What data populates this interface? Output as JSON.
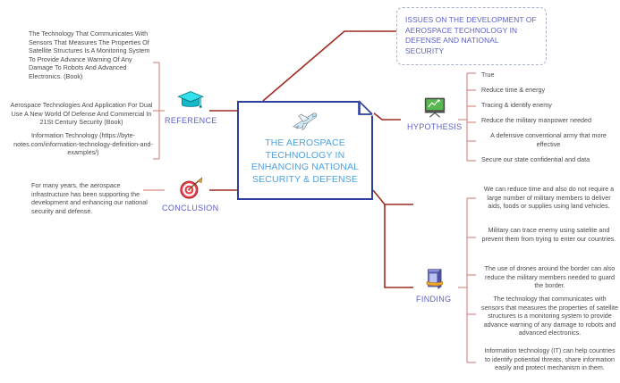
{
  "central": {
    "icon": "airplane-icon",
    "title": "THE AEROSPACE TECHNOLOGY IN ENHANCING NATIONAL SECURITY & DEFENSE",
    "border_color": "#2f3f9e",
    "text_color": "#4da2e0"
  },
  "issues": {
    "text": "ISSUES ON THE DEVELOPMENT OF AEROSPACE TECHNOLOGY IN DEFENSE AND NATIONAL SECURITY",
    "border_color": "#a9b4c9",
    "text_color": "#5b5fc7"
  },
  "branches": {
    "reference": {
      "label": "REFERENCE",
      "icon": "graduation-cap-icon"
    },
    "conclusion": {
      "label": "CONCLUSION",
      "icon": "target-dart-icon"
    },
    "hypothesis": {
      "label": "HYPOTHESIS",
      "icon": "presentation-board-icon"
    },
    "finding": {
      "label": "FINDING",
      "icon": "book-icon"
    }
  },
  "reference_items": [
    "The Technology That Communicates With Sensors That Measures The Properties Of Satellite Structures Is A Monitoring System To Provide Advance Warning Of Any Damage To Robots And Advanced Electronics. (Book)",
    "Aerospace Technologies And Application For Dual Use A New World Of Defense And Commercial In 21St Century Security (Book)",
    "Information Technology  (https://byte-notes.com/information-technology-definition-and-examples/)"
  ],
  "conclusion_items": [
    "For many years, the aerospace infrastructure has been supporting the development and enhancing our national security and defense."
  ],
  "hypothesis_items": [
    "True",
    "Reduce time & energy",
    "Tracing & identify enemy",
    "Reduce the military manpower needed",
    "A defensive conventional army that more effective",
    "Secure our state confidential and data"
  ],
  "finding_items": [
    "We can reduce time and also do not require a large number of military members to deliver aids, foods or supplies using land vehicles.",
    "Military can trace enemy using satelite and prevent them from trying to enter our countries.",
    "The use of drones around the border can also reduce the military members needed to guard the border.",
    "The technology that communicates with sensors that measures the properties of satellite structures is a monitoring system to provide advance warning of any damage to robots and advanced electronics.",
    "Information technology (IT) can help countries to identify potiential threats, share information easily and protect mechanism in them."
  ],
  "colors": {
    "connector_dark_red": "#9e2a21",
    "connector_light_red": "#d98b85",
    "label_purple": "#5b5fc7",
    "leaf_gray": "#4a4a4a"
  }
}
